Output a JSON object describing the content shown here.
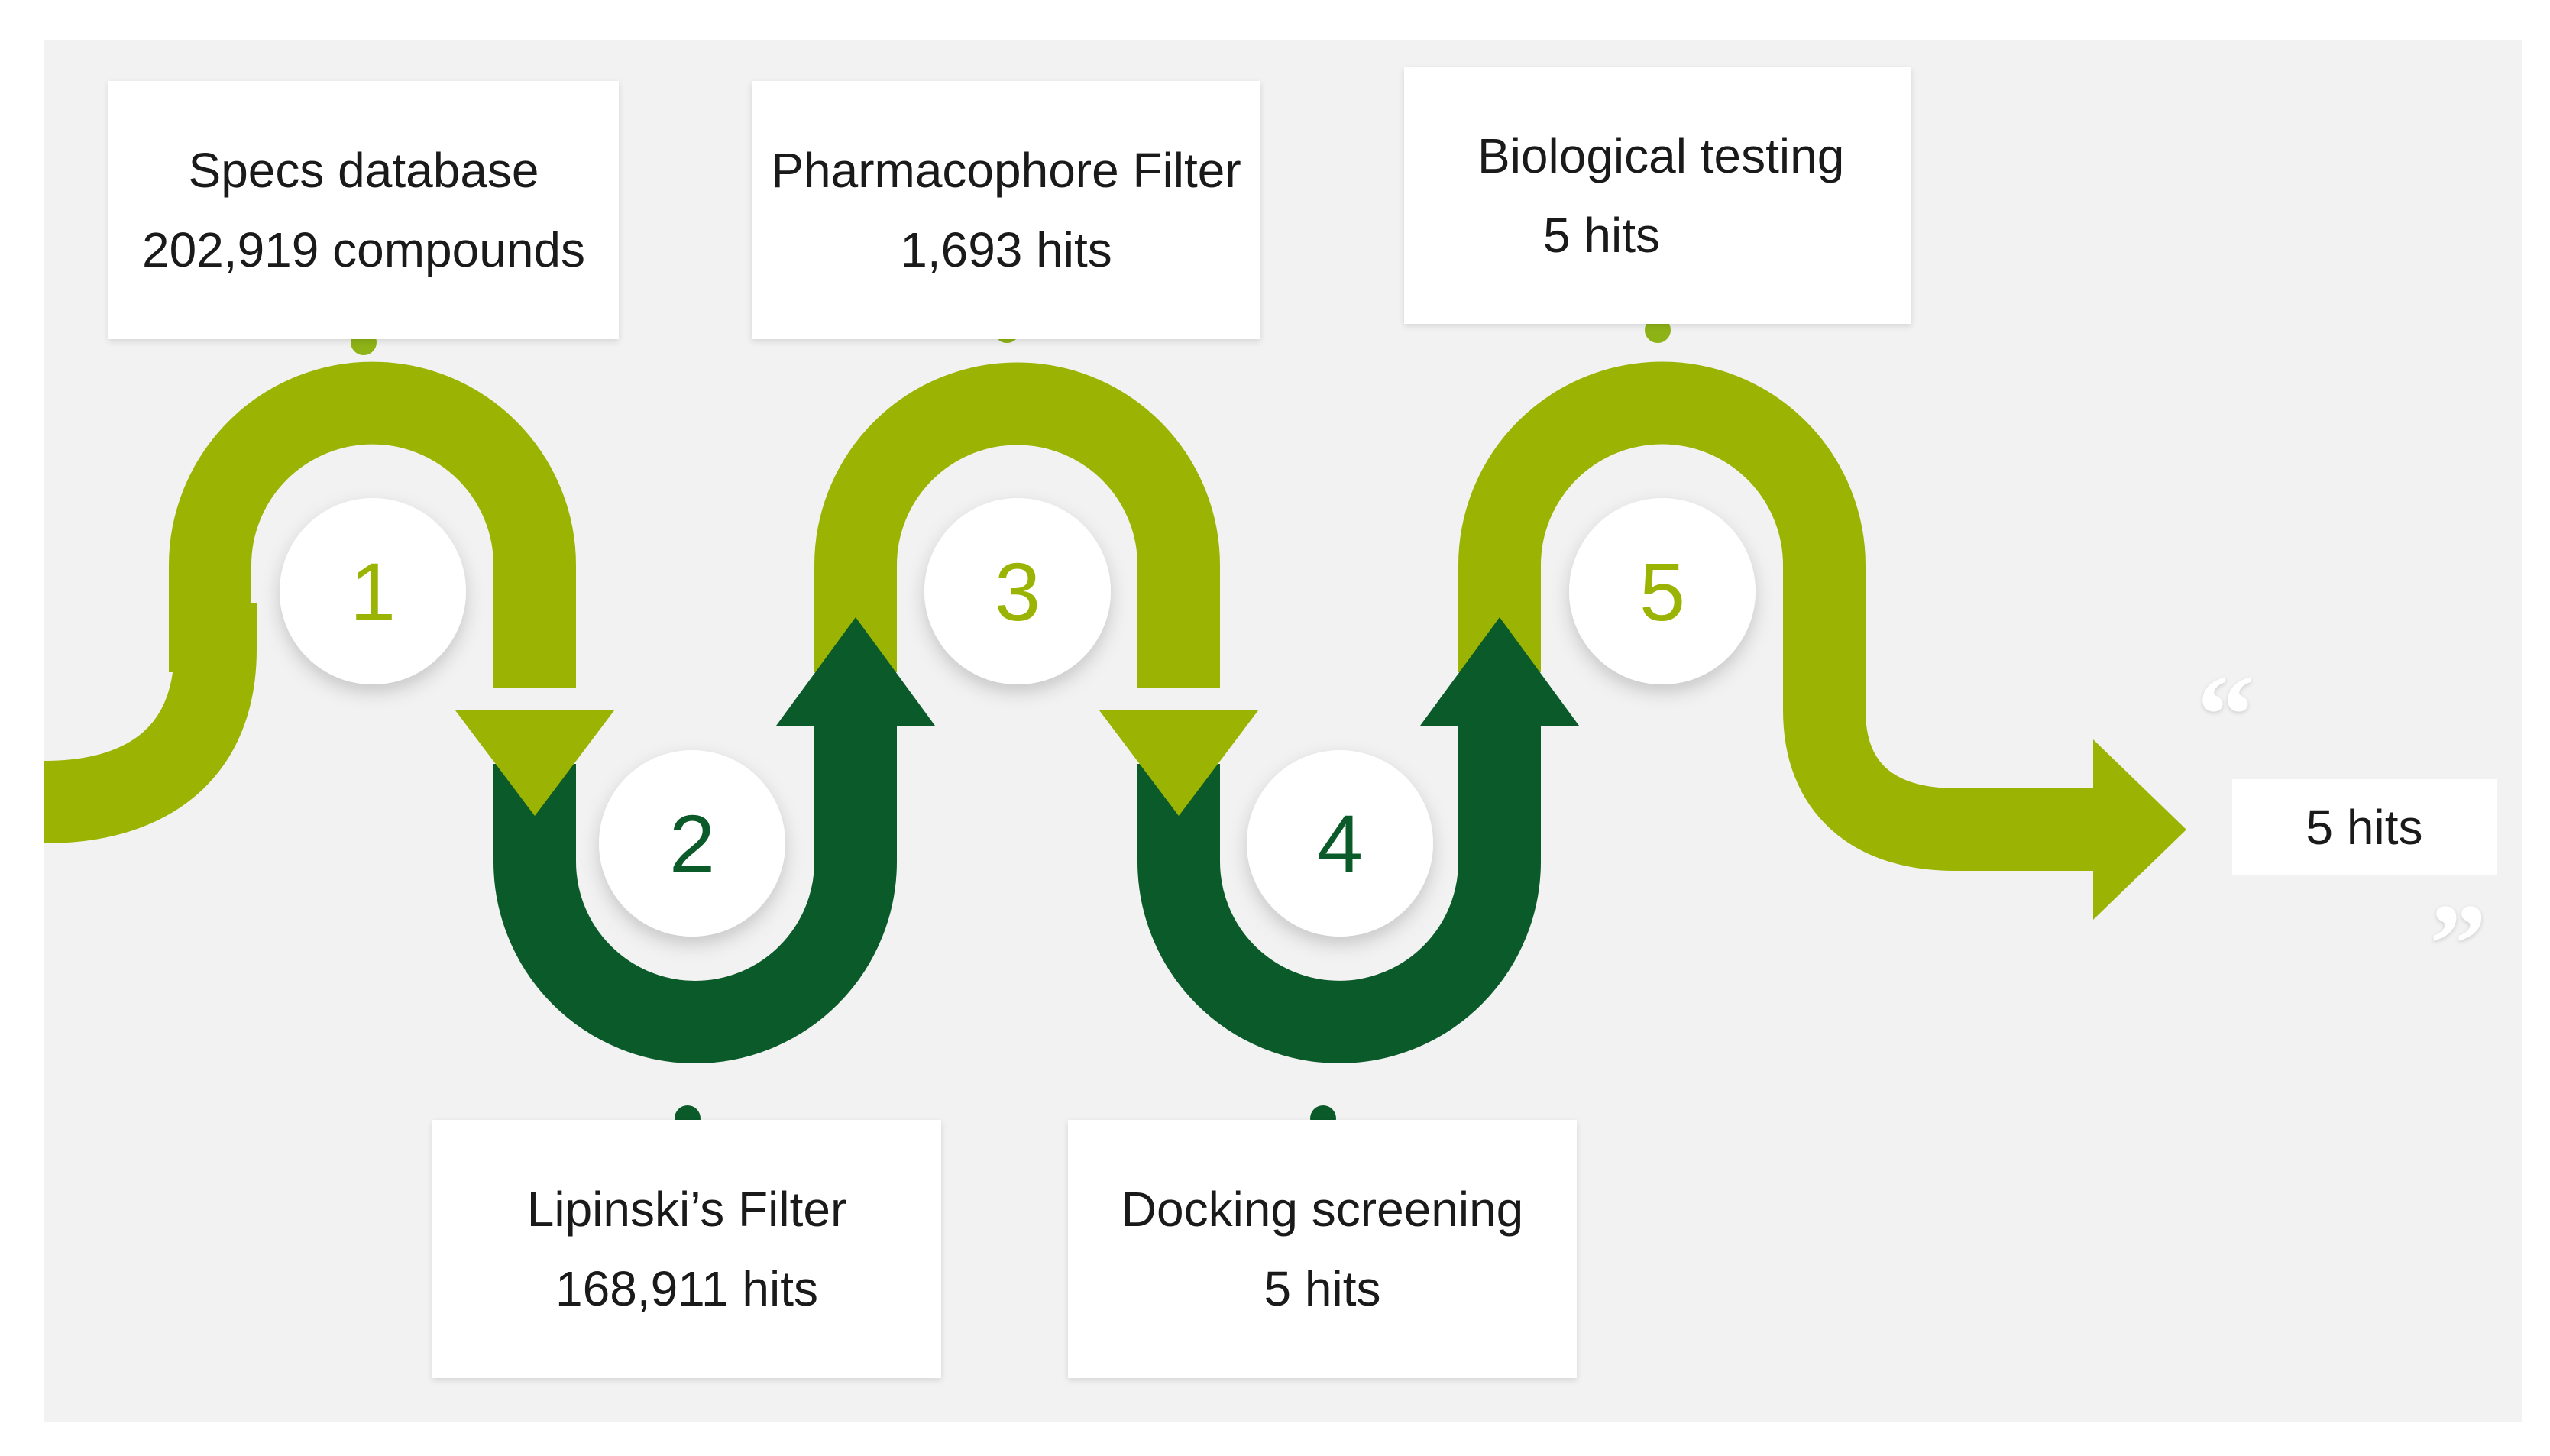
{
  "steps": [
    {
      "number": "1",
      "title": "Specs database",
      "detail": "202,919 compounds"
    },
    {
      "number": "2",
      "title": "Lipinski’s Filter",
      "detail": "168,911 hits"
    },
    {
      "number": "3",
      "title": "Pharmacophore Filter",
      "detail": "1,693 hits"
    },
    {
      "number": "4",
      "title": "Docking screening",
      "detail": "5 hits"
    },
    {
      "number": "5",
      "title": "Biological testing",
      "detail": "5 hits"
    }
  ],
  "result": {
    "label": "5 hits",
    "open_quote": "“",
    "close_quote": "”"
  },
  "colors": {
    "light_green": "#9bb403",
    "dark_green": "#0b5b2a",
    "dot_light": "#8eb317",
    "dot_dark": "#0b5b2a",
    "background": "#f2f2f2"
  }
}
